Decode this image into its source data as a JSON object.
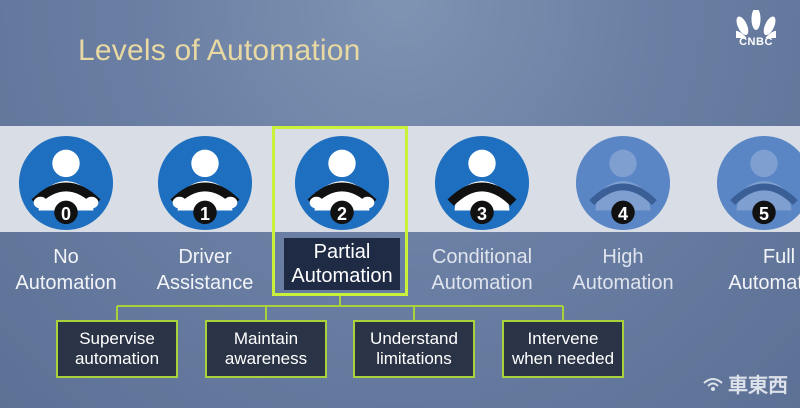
{
  "title": "Levels of Automation",
  "logo": {
    "text": "CNBC",
    "icon": "peacock-icon"
  },
  "levels": [
    {
      "number": "0",
      "line1": "No",
      "line2": "Automation",
      "style": "solid"
    },
    {
      "number": "1",
      "line1": "Driver",
      "line2": "Assistance",
      "style": "solid"
    },
    {
      "number": "2",
      "line1": "Partial",
      "line2": "Automation",
      "style": "solid",
      "active": true
    },
    {
      "number": "3",
      "line1": "Conditional",
      "line2": "Automation",
      "style": "solid"
    },
    {
      "number": "4",
      "line1": "High",
      "line2": "Automation",
      "style": "faded"
    },
    {
      "number": "5",
      "line1": "Full",
      "line2": "Automation",
      "style": "faded"
    }
  ],
  "sub_items": [
    {
      "line1": "Supervise",
      "line2": "automation"
    },
    {
      "line1": "Maintain",
      "line2": "awareness"
    },
    {
      "line1": "Understand",
      "line2": "limitations"
    },
    {
      "line1": "Intervene",
      "line2": "when needed"
    }
  ],
  "watermark": {
    "text": "車東西"
  },
  "colors": {
    "accent_green": "#c9f13a",
    "title_gold": "#e8d9a3",
    "avatar_blue": "#1e6fbf",
    "avatar_faded": "#5a86c6"
  }
}
